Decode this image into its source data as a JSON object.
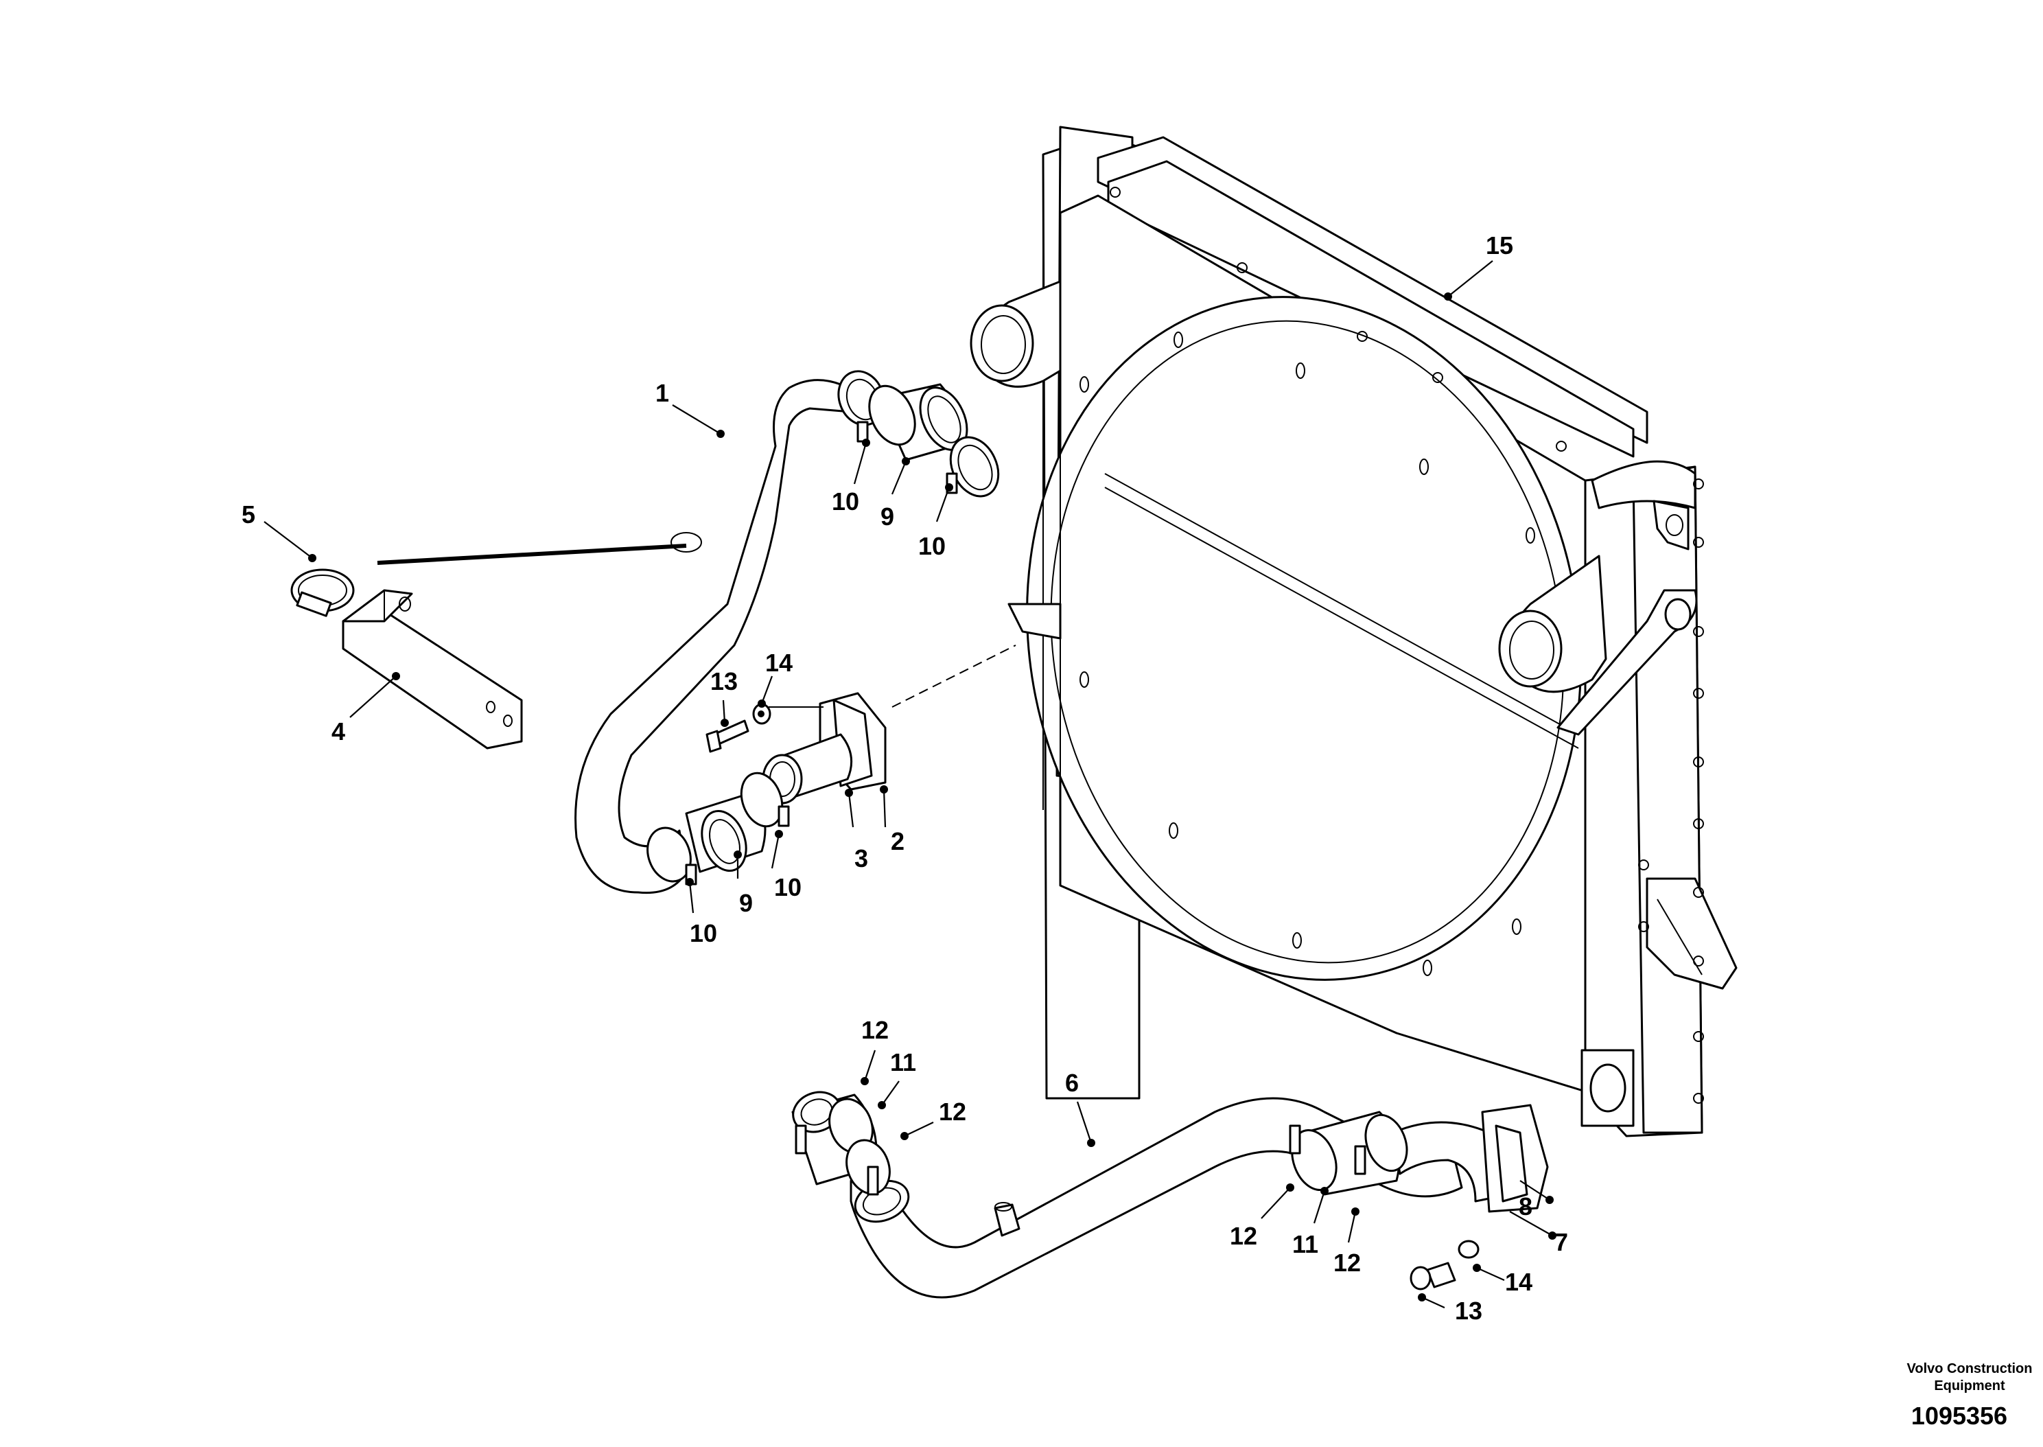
{
  "diagram": {
    "callouts": [
      {
        "id": "c1",
        "label": "1"
      },
      {
        "id": "c2",
        "label": "2"
      },
      {
        "id": "c3",
        "label": "3"
      },
      {
        "id": "c4",
        "label": "4"
      },
      {
        "id": "c5",
        "label": "5"
      },
      {
        "id": "c6",
        "label": "6"
      },
      {
        "id": "c7",
        "label": "7"
      },
      {
        "id": "c8",
        "label": "8"
      },
      {
        "id": "c9a",
        "label": "9"
      },
      {
        "id": "c9b",
        "label": "9"
      },
      {
        "id": "c10a",
        "label": "10"
      },
      {
        "id": "c10b",
        "label": "10"
      },
      {
        "id": "c10c",
        "label": "10"
      },
      {
        "id": "c10d",
        "label": "10"
      },
      {
        "id": "c11a",
        "label": "11"
      },
      {
        "id": "c11b",
        "label": "11"
      },
      {
        "id": "c12a",
        "label": "12"
      },
      {
        "id": "c12b",
        "label": "12"
      },
      {
        "id": "c12c",
        "label": "12"
      },
      {
        "id": "c12d",
        "label": "12"
      },
      {
        "id": "c13a",
        "label": "13"
      },
      {
        "id": "c13b",
        "label": "13"
      },
      {
        "id": "c14a",
        "label": "14"
      },
      {
        "id": "c14b",
        "label": "14"
      },
      {
        "id": "c15",
        "label": "15"
      }
    ]
  },
  "footer": {
    "brand_line1": "Volvo Construction",
    "brand_line2": "Equipment",
    "drawing_number": "1095356"
  }
}
